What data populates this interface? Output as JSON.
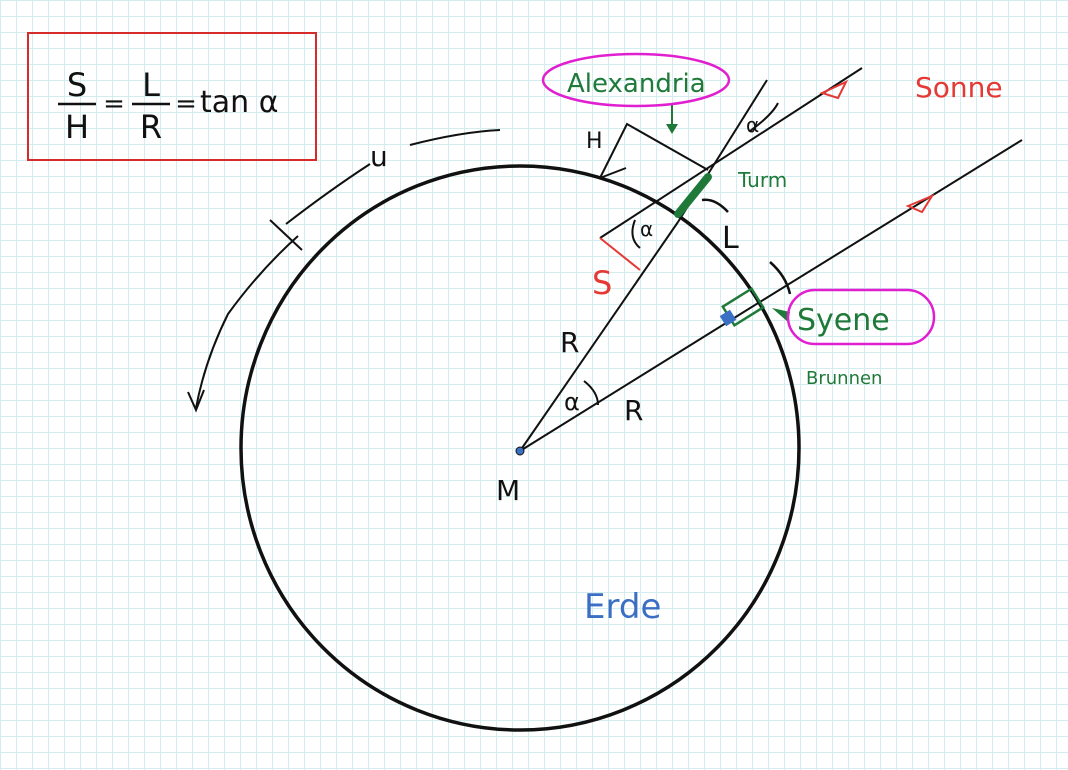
{
  "formula": {
    "num1": "S",
    "den1": "H",
    "num2": "L",
    "den2": "R",
    "approx1": "=",
    "approx2": "=",
    "rhs": "tan α"
  },
  "labels": {
    "u": "u",
    "alexandria": "Alexandria",
    "sonne": "Sonne",
    "turm": "Turm",
    "h": "H",
    "alpha_top": "α",
    "alpha_mid": "α",
    "alpha_center": "α",
    "s": "S",
    "l": "L",
    "syene": "Syene",
    "brunnen": "Brunnen",
    "r_upper": "R",
    "r_lower": "R",
    "m": "M",
    "erde": "Erde"
  },
  "colors": {
    "ink": "#111111",
    "green": "#1f7a3a",
    "red": "#e53935",
    "magenta": "#e020d0",
    "blue": "#3a6fc4",
    "box": "#d62b2b"
  }
}
